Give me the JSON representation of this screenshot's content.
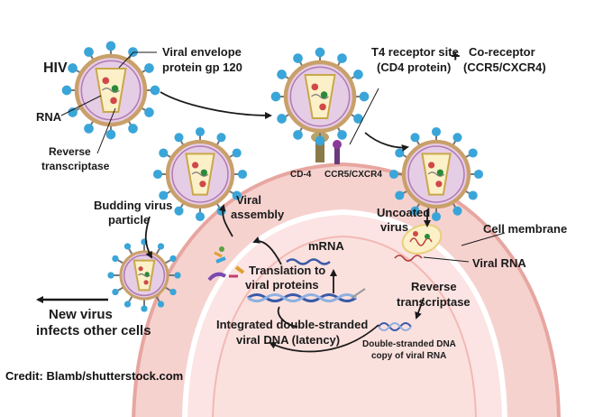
{
  "labels": {
    "hiv": "HIV",
    "envelope_1": "Viral envelope",
    "envelope_2": "protein gp 120",
    "rna": "RNA",
    "rt_1": "Reverse",
    "rt_2": "transcriptase",
    "t4_1": "T4 receptor site",
    "t4_2": "(CD4 protein)",
    "plus": "+",
    "coreceptor_1": "Co-receptor",
    "coreceptor_2": "(CCR5/CXCR4)",
    "cd4": "CD-4",
    "ccr5": "CCR5/CXCR4",
    "budding_1": "Budding virus",
    "budding_2": "particle",
    "assembly_1": "Viral",
    "assembly_2": "assembly",
    "uncoated_1": "Uncoated",
    "uncoated_2": "virus",
    "cell_membrane": "Cell membrane",
    "mrna": "mRNA",
    "translation_1": "Translation to",
    "translation_2": "viral proteins",
    "viral_rna": "Viral RNA",
    "rev_1": "Reverse",
    "rev_2": "transcriptase",
    "new_virus_1": "New virus",
    "new_virus_2": "infects other cells",
    "integrated_1": "Integrated double-stranded",
    "integrated_2": "viral DNA (latency)",
    "dsdna_1": "Double-stranded DNA",
    "dsdna_2": "copy of viral RNA"
  },
  "credit": "Credit: Blamb/shutterstock.com",
  "colors": {
    "cell_fill": "#f6d2cf",
    "cell_outline": "#e7a6a0",
    "nucleus_fill": "#fbe4e3",
    "virus_interior": "#e6cde6",
    "capsid_fill": "#fbf0c8",
    "envelope_ring": "#c9a06a",
    "spike_blue": "#3aa5d8",
    "dna_blue": "#3a5aa8"
  }
}
